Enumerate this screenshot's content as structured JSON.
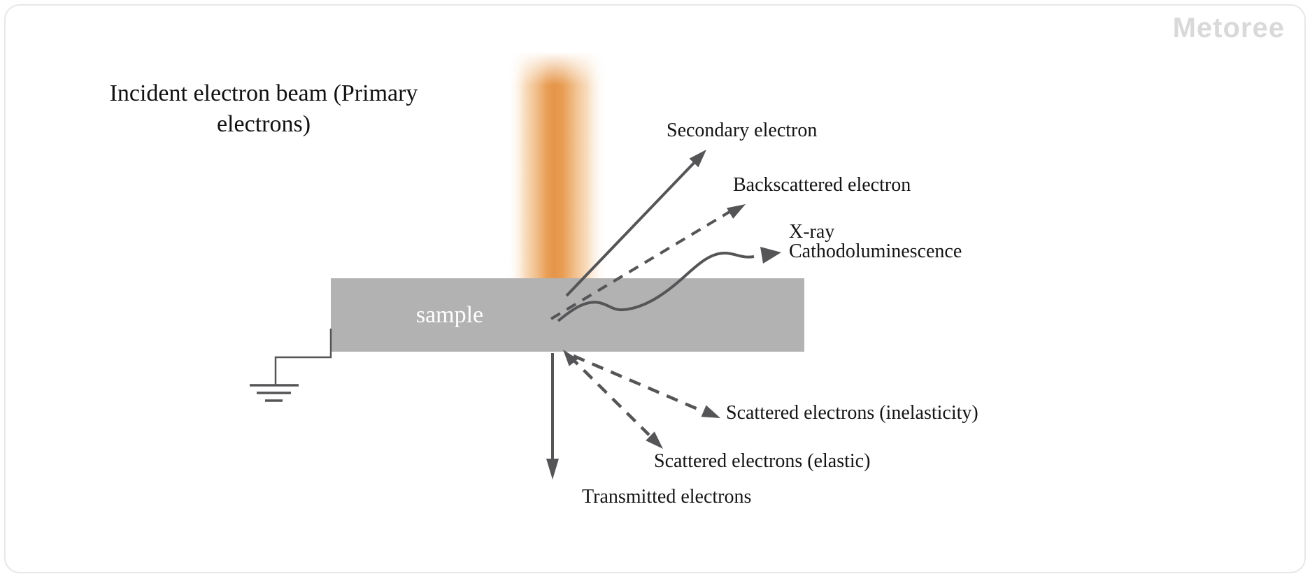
{
  "watermark": "Metoree",
  "diagram": {
    "incident_label": "Incident electron beam (Primary electrons)",
    "sample_label": "sample",
    "emissions": {
      "secondary": "Secondary electron",
      "backscattered": "Backscattered electron",
      "xray": "X-ray",
      "cathodoluminescence": "Cathodoluminescence",
      "scattered_inelastic": "Scattered electrons (inelasticity)",
      "scattered_elastic": "Scattered electrons (elastic)",
      "transmitted": "Transmitted electrons"
    },
    "colors": {
      "beam_core": "#e5954a",
      "sample_fill": "#b2b2b2",
      "line": "#555558",
      "watermark": "#d9d9d9"
    }
  }
}
